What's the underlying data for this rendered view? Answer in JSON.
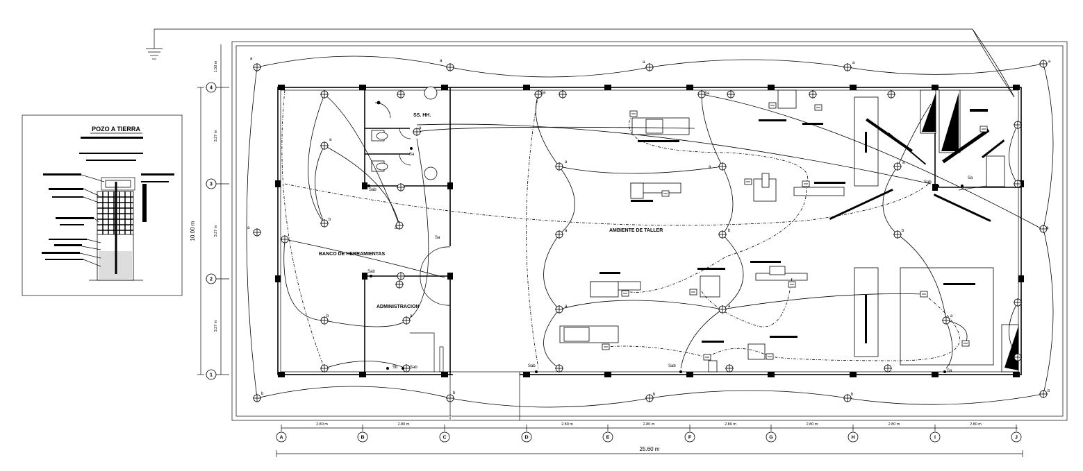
{
  "pozo": {
    "title": "POZO A TIERRA"
  },
  "rooms": {
    "sshh": "SS. HH.",
    "banco": "BANCO  DE  HERRAMIENTAS",
    "administracion": "ADMINISTRACION",
    "taller": "AMBIENTE DE TALLER"
  },
  "axes": {
    "columns": [
      "A",
      "B",
      "C",
      "D",
      "E",
      "F",
      "G",
      "H",
      "I",
      "J"
    ],
    "rows": [
      "4",
      "3",
      "2",
      "1"
    ]
  },
  "dimensions": {
    "bay": "2.80 m",
    "total_width": "25.60  m",
    "total_height": "10.00 m",
    "row_span": "3.27  m",
    "top_offset": "1.50 m"
  },
  "circuit_labels": {
    "a": "a",
    "b": "b",
    "sa": "Sa",
    "sab": "Sab",
    "sb": "Sb"
  }
}
